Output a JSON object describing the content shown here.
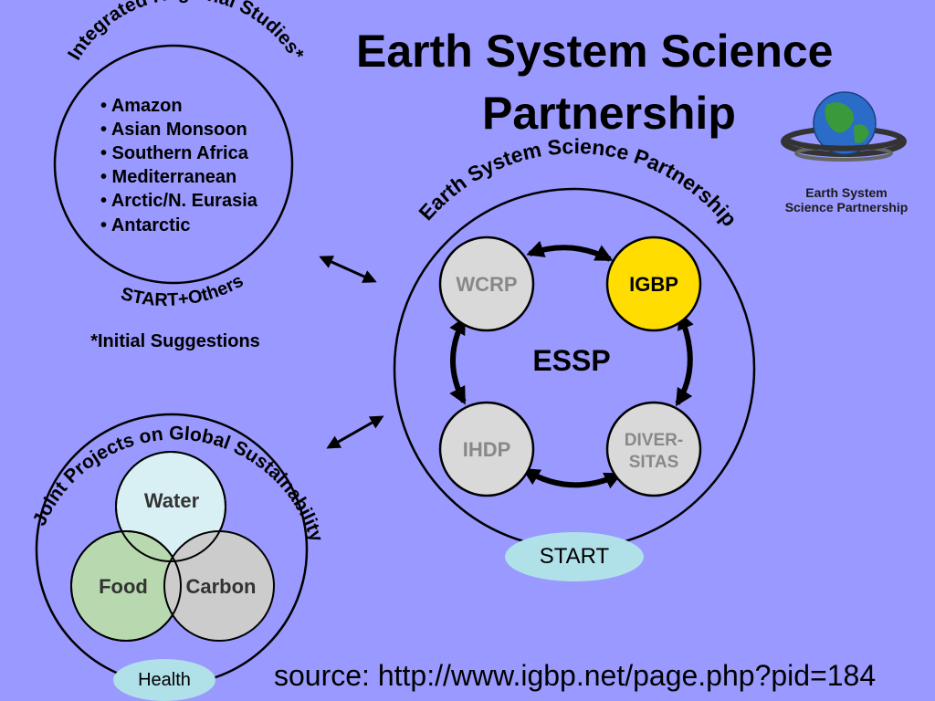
{
  "title": {
    "line1": "Earth System Science",
    "line2": "Partnership"
  },
  "logo": {
    "icon": "globe-icon",
    "line1": "Earth System",
    "line2": "Science Partnership"
  },
  "regional_studies": {
    "arc_label": "Integrated Regional Studies*",
    "bottom_label": "START+Others",
    "items": [
      "• Amazon",
      "• Asian Monsoon",
      "• Southern Africa",
      "• Mediterranean",
      "• Arctic/N. Eurasia",
      "• Antarctic"
    ],
    "footnote": "*Initial Suggestions"
  },
  "joint_projects": {
    "arc_label": "Joint Projects on Global Sustainability",
    "circles": [
      "Water",
      "Food",
      "Carbon"
    ],
    "health_label": "Health"
  },
  "essp": {
    "arc_label": "Earth System Science Partnership",
    "center_label": "ESSP",
    "nodes": {
      "wcrp": "WCRP",
      "igbp": "IGBP",
      "ihdp": "IHDP",
      "diversitas_line1": "DIVER-",
      "diversitas_line2": "SITAS"
    },
    "start_label": "START"
  },
  "source": "source: http://www.igbp.net/page.php?pid=184",
  "colors": {
    "background": "#9999ff",
    "igbp": "#ffdd00",
    "node_gray": "#d9d9d9",
    "water": "#d8f0f4",
    "food": "#b8d8b0",
    "carbon": "#cccccc",
    "pill": "#b0e0e8"
  }
}
